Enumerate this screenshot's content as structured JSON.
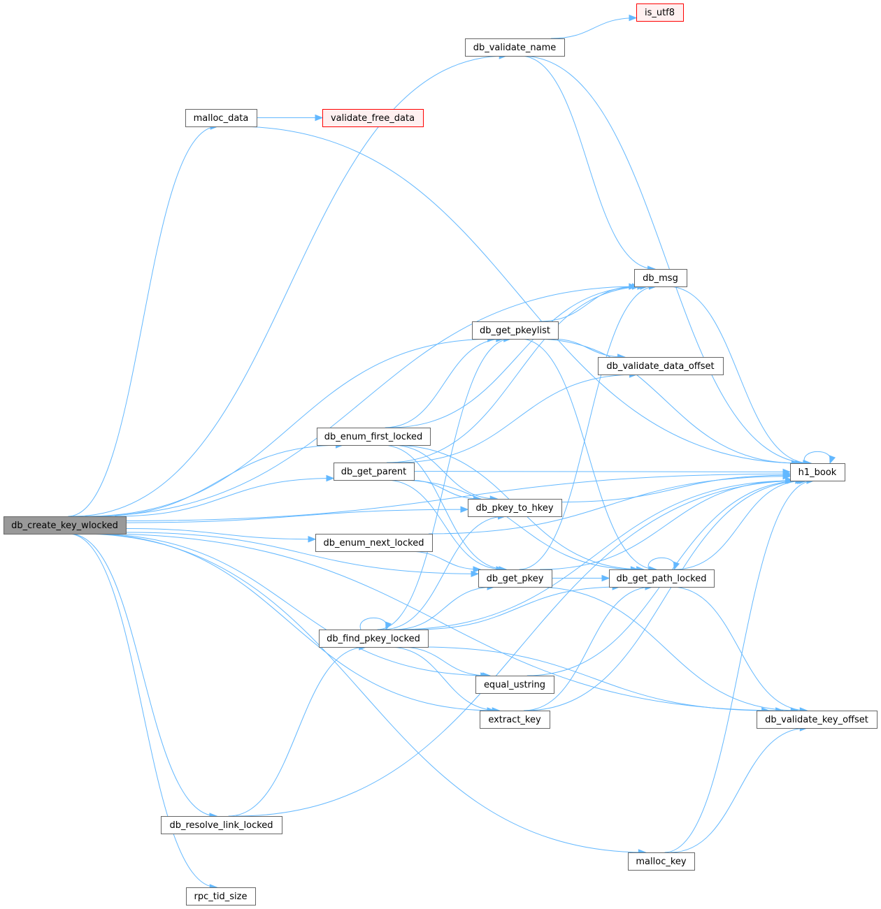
{
  "nodes": [
    {
      "id": "root",
      "label": "db_create_key_wlocked",
      "kind": "root"
    },
    {
      "id": "validate_name",
      "label": "db_validate_name"
    },
    {
      "id": "is_utf8",
      "label": "is_utf8",
      "kind": "truncated"
    },
    {
      "id": "malloc_data",
      "label": "malloc_data"
    },
    {
      "id": "validate_free_data",
      "label": "validate_free_data",
      "kind": "truncated"
    },
    {
      "id": "db_msg",
      "label": "db_msg"
    },
    {
      "id": "get_pkeylist",
      "label": "db_get_pkeylist"
    },
    {
      "id": "validate_data_offset",
      "label": "db_validate_data_offset"
    },
    {
      "id": "enum_first",
      "label": "db_enum_first_locked"
    },
    {
      "id": "get_parent",
      "label": "db_get_parent"
    },
    {
      "id": "h1_book",
      "label": "h1_book"
    },
    {
      "id": "pkey_to_hkey",
      "label": "db_pkey_to_hkey"
    },
    {
      "id": "enum_next",
      "label": "db_enum_next_locked"
    },
    {
      "id": "get_pkey",
      "label": "db_get_pkey"
    },
    {
      "id": "get_path",
      "label": "db_get_path_locked"
    },
    {
      "id": "find_pkey",
      "label": "db_find_pkey_locked"
    },
    {
      "id": "equal_ustring",
      "label": "equal_ustring"
    },
    {
      "id": "extract_key",
      "label": "extract_key"
    },
    {
      "id": "validate_key_offset",
      "label": "db_validate_key_offset"
    },
    {
      "id": "resolve_link",
      "label": "db_resolve_link_locked"
    },
    {
      "id": "malloc_key",
      "label": "malloc_key"
    },
    {
      "id": "rpc_tid_size",
      "label": "rpc_tid_size"
    }
  ],
  "edges": [
    [
      "root",
      "validate_name"
    ],
    [
      "root",
      "malloc_data"
    ],
    [
      "root",
      "h1_book"
    ],
    [
      "root",
      "db_msg"
    ],
    [
      "root",
      "get_pkeylist"
    ],
    [
      "root",
      "enum_first"
    ],
    [
      "root",
      "get_parent"
    ],
    [
      "root",
      "pkey_to_hkey"
    ],
    [
      "root",
      "enum_next"
    ],
    [
      "root",
      "get_pkey"
    ],
    [
      "root",
      "equal_ustring"
    ],
    [
      "root",
      "extract_key"
    ],
    [
      "root",
      "validate_key_offset"
    ],
    [
      "root",
      "resolve_link"
    ],
    [
      "root",
      "malloc_key"
    ],
    [
      "root",
      "rpc_tid_size"
    ],
    [
      "validate_name",
      "is_utf8"
    ],
    [
      "validate_name",
      "h1_book"
    ],
    [
      "validate_name",
      "db_msg"
    ],
    [
      "malloc_data",
      "validate_free_data"
    ],
    [
      "malloc_data",
      "h1_book"
    ],
    [
      "db_msg",
      "h1_book"
    ],
    [
      "get_pkeylist",
      "db_msg"
    ],
    [
      "get_pkeylist",
      "validate_data_offset"
    ],
    [
      "get_pkeylist",
      "h1_book"
    ],
    [
      "get_pkeylist",
      "get_path"
    ],
    [
      "enum_first",
      "db_msg"
    ],
    [
      "enum_first",
      "get_pkeylist"
    ],
    [
      "enum_first",
      "pkey_to_hkey"
    ],
    [
      "enum_first",
      "get_pkey"
    ],
    [
      "enum_first",
      "get_path"
    ],
    [
      "get_parent",
      "db_msg"
    ],
    [
      "get_parent",
      "validate_data_offset"
    ],
    [
      "get_parent",
      "h1_book"
    ],
    [
      "get_parent",
      "pkey_to_hkey"
    ],
    [
      "get_parent",
      "get_pkey"
    ],
    [
      "get_parent",
      "get_path"
    ],
    [
      "h1_book",
      "h1_book"
    ],
    [
      "pkey_to_hkey",
      "h1_book"
    ],
    [
      "enum_next",
      "h1_book"
    ],
    [
      "enum_next",
      "get_pkey"
    ],
    [
      "get_pkey",
      "db_msg"
    ],
    [
      "get_pkey",
      "h1_book"
    ],
    [
      "get_pkey",
      "get_path"
    ],
    [
      "get_pkey",
      "validate_key_offset"
    ],
    [
      "get_path",
      "get_path"
    ],
    [
      "get_path",
      "h1_book"
    ],
    [
      "get_path",
      "validate_key_offset"
    ],
    [
      "find_pkey",
      "find_pkey"
    ],
    [
      "find_pkey",
      "get_pkeylist"
    ],
    [
      "find_pkey",
      "pkey_to_hkey"
    ],
    [
      "find_pkey",
      "get_pkey"
    ],
    [
      "find_pkey",
      "get_path"
    ],
    [
      "find_pkey",
      "h1_book"
    ],
    [
      "find_pkey",
      "equal_ustring"
    ],
    [
      "find_pkey",
      "extract_key"
    ],
    [
      "find_pkey",
      "validate_key_offset"
    ],
    [
      "equal_ustring",
      "h1_book"
    ],
    [
      "extract_key",
      "get_path"
    ],
    [
      "extract_key",
      "h1_book"
    ],
    [
      "resolve_link",
      "find_pkey"
    ],
    [
      "resolve_link",
      "h1_book"
    ],
    [
      "malloc_key",
      "h1_book"
    ],
    [
      "malloc_key",
      "validate_key_offset"
    ]
  ]
}
